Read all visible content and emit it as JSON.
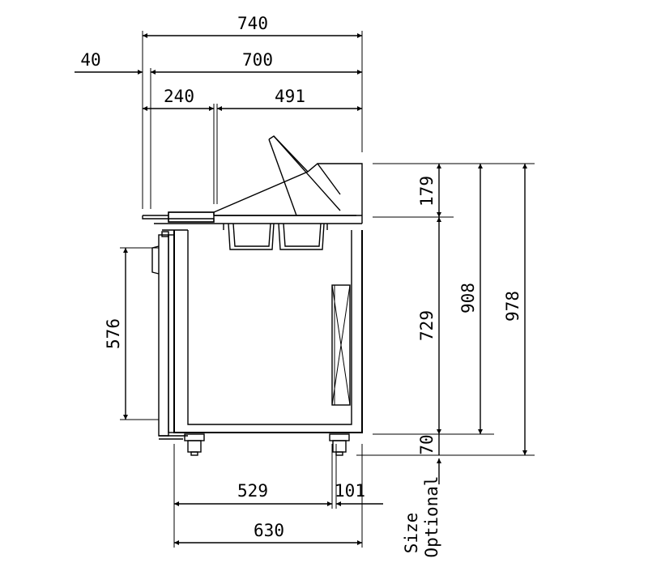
{
  "drawing": {
    "dimensions": {
      "overall_depth": "740",
      "offset_left": "40",
      "body_depth": "700",
      "lid_front": "240",
      "lid_rear": "491",
      "top_height": "179",
      "cabinet_height": "729",
      "height_908": "908",
      "total_height": "978",
      "leg_height": "70",
      "door_height": "576",
      "base_depth_529": "529",
      "leg_offset_101": "101",
      "base_depth_630": "630"
    },
    "note": {
      "line1": "Size",
      "line2": "Optional"
    }
  }
}
